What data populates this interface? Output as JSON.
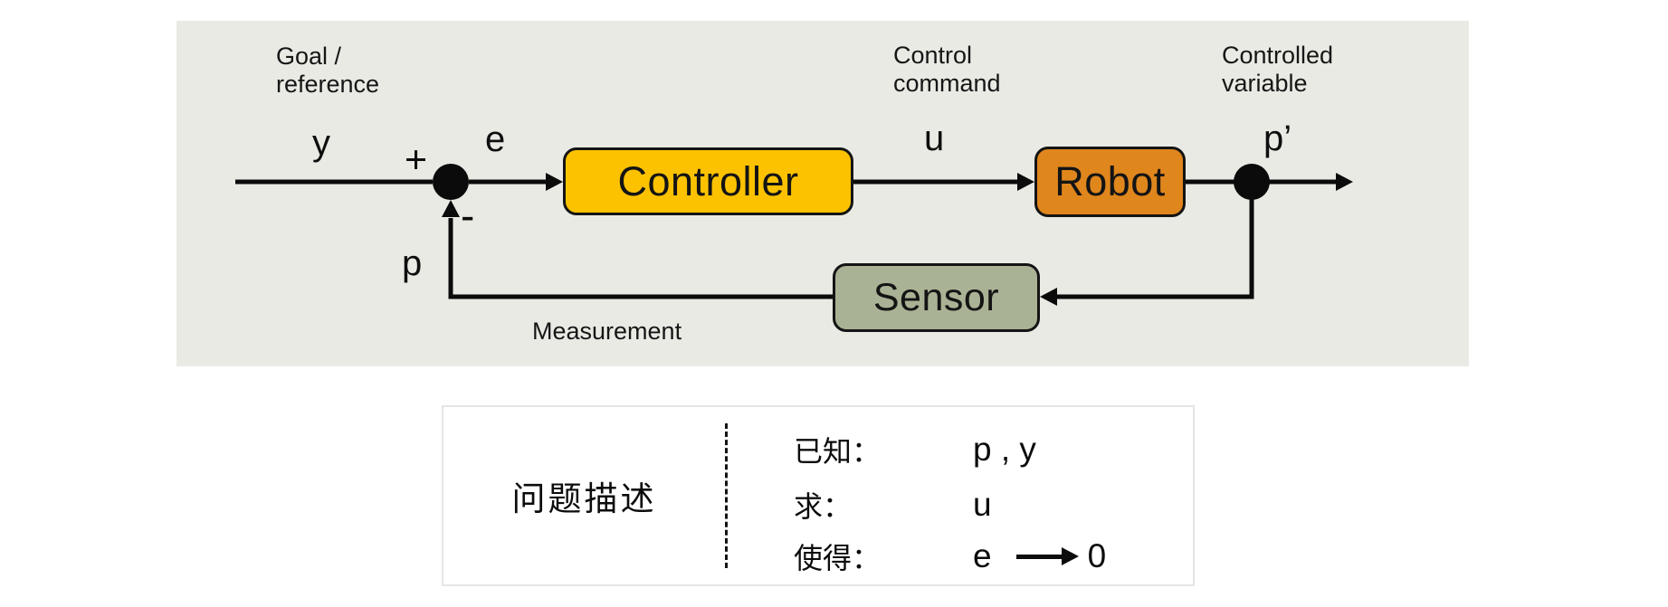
{
  "diagram": {
    "panel_bg": "#EAEAE5",
    "line_color": "#0b0b0b",
    "annotations": {
      "goal_reference": "Goal /\nreference",
      "control_command": "Control\ncommand",
      "controlled_variable": "Controlled\nvariable",
      "measurement": "Measurement"
    },
    "signals": {
      "y": "y",
      "plus": "+",
      "e": "e",
      "minus": "-",
      "p": "p",
      "u": "u",
      "p_prime": "p’"
    },
    "blocks": [
      {
        "id": "controller",
        "label": "Controller",
        "fill": "#FCC200"
      },
      {
        "id": "robot",
        "label": "Robot",
        "fill": "#DF861D"
      },
      {
        "id": "sensor",
        "label": "Sensor",
        "fill": "#A9B294"
      }
    ]
  },
  "problem": {
    "title": "问题描述",
    "rows": [
      {
        "label": "已知：",
        "value": "p , y"
      },
      {
        "label": "求：",
        "value": "u"
      },
      {
        "label": "使得：",
        "value_pre": "e",
        "value_post": "0"
      }
    ]
  }
}
